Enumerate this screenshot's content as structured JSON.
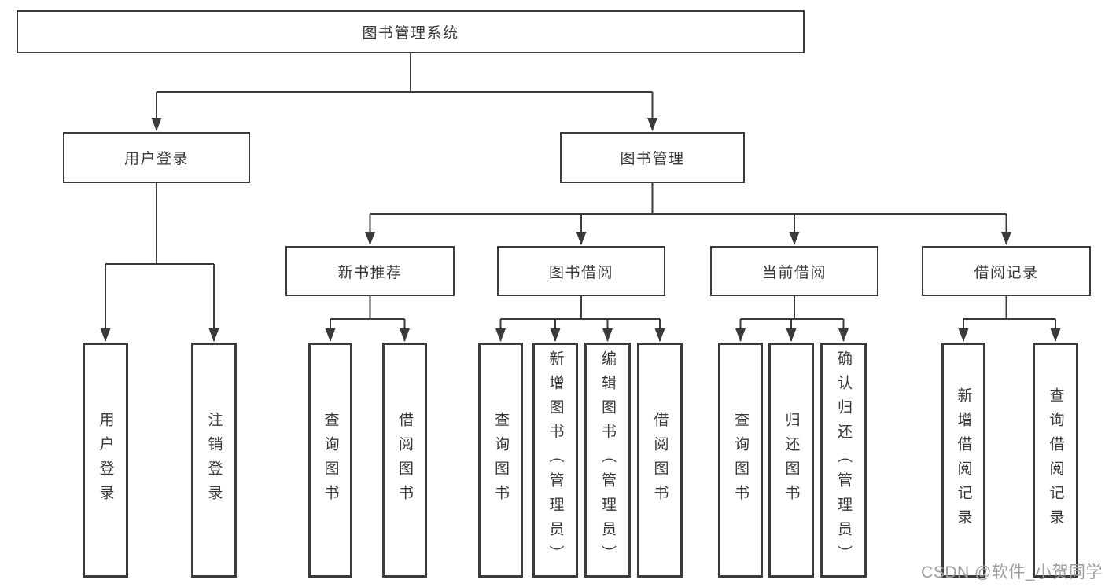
{
  "tree": {
    "root": {
      "label": "图书管理系统"
    },
    "branches": [
      {
        "label": "用户登录",
        "leaves": [
          {
            "label": "用户登录"
          },
          {
            "label": "注销登录"
          }
        ]
      },
      {
        "label": "图书管理",
        "groups": [
          {
            "label": "新书推荐",
            "leaves": [
              {
                "label": "查询图书"
              },
              {
                "label": "借阅图书"
              }
            ]
          },
          {
            "label": "图书借阅",
            "leaves": [
              {
                "label": "查询图书"
              },
              {
                "label": "新增图书（管理员）"
              },
              {
                "label": "编辑图书（管理员）"
              },
              {
                "label": "借阅图书"
              }
            ]
          },
          {
            "label": "当前借阅",
            "leaves": [
              {
                "label": "查询图书"
              },
              {
                "label": "归还图书"
              },
              {
                "label": "确认归还（管理员）"
              }
            ]
          },
          {
            "label": "借阅记录",
            "leaves": [
              {
                "label": "新增借阅记录"
              },
              {
                "label": "查询借阅记录"
              }
            ]
          }
        ]
      }
    ]
  },
  "watermark": {
    "text": "CSDN @软件_小贺同学"
  },
  "colors": {
    "stroke": "#3b3b3b",
    "text": "#383838",
    "watermark": "#9d9d9d",
    "background": "#ffffff"
  }
}
